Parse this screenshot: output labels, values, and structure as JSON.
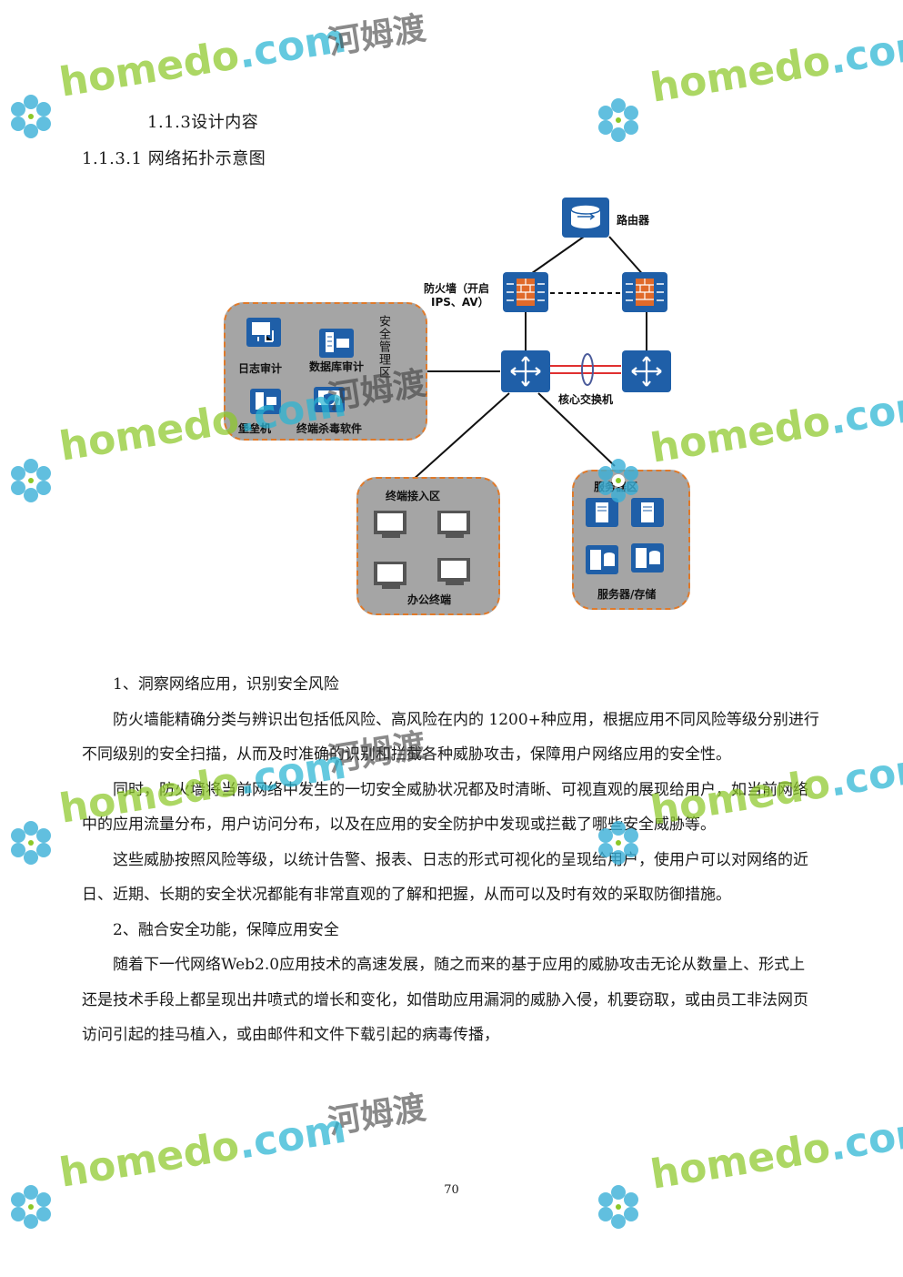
{
  "section": {
    "heading_3": "1.1.3设计内容",
    "heading_4": "1.1.3.1 网络拓扑示意图"
  },
  "diagram": {
    "router_label": "路由器",
    "firewall_label_line1": "防火墙（开启",
    "firewall_label_line2": "IPS、AV）",
    "core_switch_label": "核心交换机",
    "security_zone": {
      "title": "安全管理区",
      "items": [
        "日志审计",
        "数据库审计",
        "堡垒机",
        "终端杀毒软件"
      ]
    },
    "terminal_zone": {
      "title": "终端接入区",
      "footer": "办公终端"
    },
    "server_zone": {
      "title": "服务器区",
      "footer": "服务器/存储"
    },
    "colors": {
      "device_blue": "#1f5fa8",
      "zone_fill": "#a5a5a5",
      "zone_border": "#e07a2a",
      "link_red": "#e03030"
    }
  },
  "body": {
    "item1_title": "1、洞察网络应用，识别安全风险",
    "item1_p1": "防火墙能精确分类与辨识出包括低风险、高风险在内的 1200+种应用，根据应用不同风险等级分别进行不同级别的安全扫描，从而及时准确的识别和拦截各种威胁攻击，保障用户网络应用的安全性。",
    "item1_p2": "同时，防火墙将当前网络中发生的一切安全威胁状况都及时清晰、可视直观的展现给用户，如当前网络中的应用流量分布，用户访问分布，以及在应用的安全防护中发现或拦截了哪些安全威胁等。",
    "item1_p3": "这些威胁按照风险等级，以统计告警、报表、日志的形式可视化的呈现给用户，使用户可以对网络的近日、近期、长期的安全状况都能有非常直观的了解和把握，从而可以及时有效的采取防御措施。",
    "item2_title": "2、融合安全功能，保障应用安全",
    "item2_p1": "随着下一代网络Web2.0应用技术的高速发展，随之而来的基于应用的威胁攻击无论从数量上、形式上还是技术手段上都呈现出井喷式的增长和变化，如借助应用漏洞的威胁入侵，机要窃取，或由员工非法网页访问引起的挂马植入，或由邮件和文件下载引起的病毒传播，"
  },
  "page_number": "70",
  "watermark": {
    "brand_a": "home",
    "brand_b": "do",
    "brand_c": ".com",
    "cn": "河姆渡"
  }
}
